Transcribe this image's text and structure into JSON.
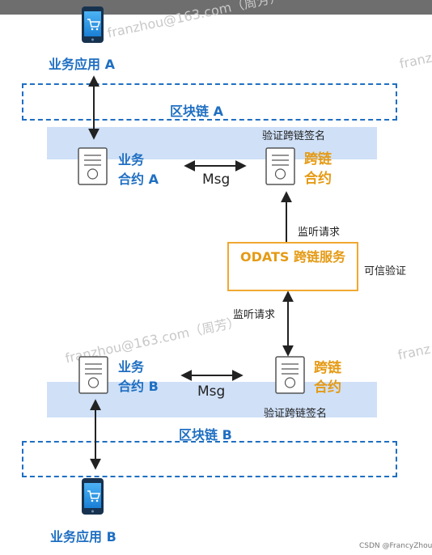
{
  "app_a_label": "业务应用 A",
  "app_b_label": "业务应用 B",
  "chain_a_label": "区块链 A",
  "chain_b_label": "区块链 B",
  "biz_contract_a": [
    "业务",
    "合约 A"
  ],
  "biz_contract_b": [
    "业务",
    "合约 B"
  ],
  "cross_contract_a": [
    "跨链",
    "合约"
  ],
  "cross_contract_b": [
    "跨链",
    "合约"
  ],
  "msg_label": "Msg",
  "verify_sign_label": "验证跨链签名",
  "listen_request_label": "监听请求",
  "odats_label": "ODATS 跨链服务",
  "trusted_verify_label": "可信验证",
  "watermark_text": "franzhou@163.com（周芳）",
  "watermark_short": "franz",
  "csdn_credit": "CSDN @FrancyZhou",
  "colors": {
    "blue": "#1f6fc2",
    "orange": "#e59a14",
    "band": "#cfe0f7"
  }
}
